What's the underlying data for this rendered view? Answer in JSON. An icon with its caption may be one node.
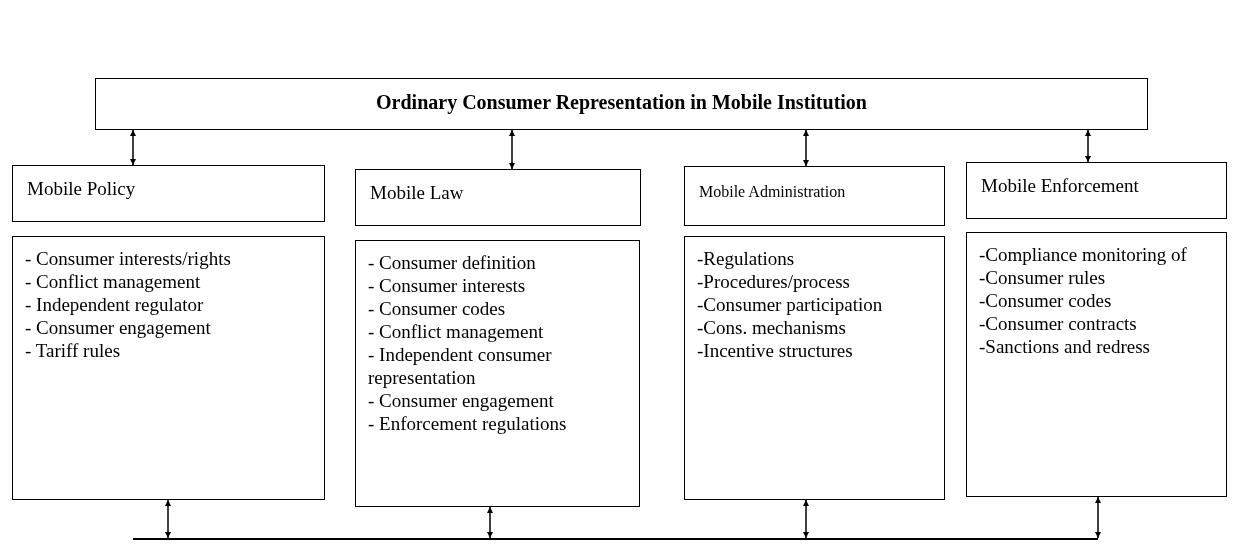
{
  "diagram": {
    "nodes": [
      {
        "text": [
          "Ordinary Consumer Representation in Mobile Institution"
        ]
      },
      {
        "text": [
          "Mobile Policy"
        ]
      },
      {
        "text": [
          "Mobile Law"
        ]
      },
      {
        "text": [
          "Mobile Administration"
        ]
      },
      {
        "text": [
          "Mobile Enforcement"
        ]
      },
      {
        "text": [
          "- Consumer interests/rights",
          "- Conflict management",
          "- Independent regulator",
          "- Consumer engagement",
          "- Tariff rules"
        ]
      },
      {
        "text": [
          "- Consumer definition",
          "- Consumer interests",
          "- Consumer codes",
          "- Conflict management",
          "- Independent consumer representation",
          "- Consumer engagement",
          "- Enforcement regulations"
        ]
      },
      {
        "text": [
          "-Regulations",
          "-Procedures/process",
          "-Consumer participation",
          "-Cons. mechanisms",
          "-Incentive structures"
        ]
      },
      {
        "text": [
          "-Compliance monitoring of",
          "-Consumer rules",
          "-Consumer codes",
          "-Consumer contracts",
          "-Sanctions and redress"
        ]
      },
      {
        "text": [],
        "shape": "bar"
      }
    ],
    "edges": [
      {
        "from": 0,
        "to": 1,
        "arrow": "both"
      },
      {
        "from": 0,
        "to": 2,
        "arrow": "both"
      },
      {
        "from": 0,
        "to": 3,
        "arrow": "both"
      },
      {
        "from": 0,
        "to": 4,
        "arrow": "both"
      },
      {
        "from": 5,
        "to": 9,
        "arrow": "both"
      },
      {
        "from": 6,
        "to": 9,
        "arrow": "both"
      },
      {
        "from": 7,
        "to": 9,
        "arrow": "both"
      },
      {
        "from": 8,
        "to": 9,
        "arrow": "both"
      }
    ]
  }
}
